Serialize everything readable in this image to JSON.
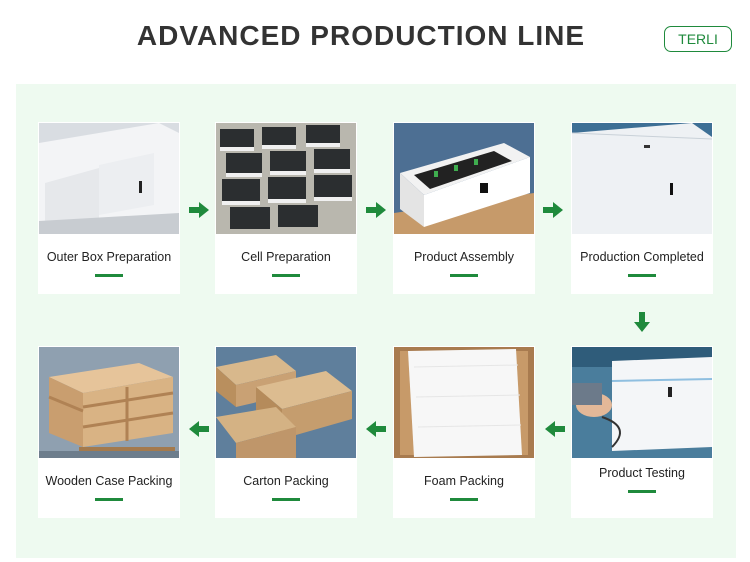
{
  "header": {
    "title": "ADVANCED PRODUCTION LINE",
    "brand": "TERLI"
  },
  "steps": {
    "s1": {
      "label": "Outer Box Preparation"
    },
    "s2": {
      "label": "Cell  Preparation"
    },
    "s3": {
      "label": "Product  Assembly"
    },
    "s4": {
      "label": "Production Completed"
    },
    "s5": {
      "label": "Product Testing"
    },
    "s6": {
      "label": "Foam Packing"
    },
    "s7": {
      "label": "Carton Packing"
    },
    "s8": {
      "label": "Wooden Case Packing"
    }
  },
  "colors": {
    "accent": "#1f8a3c",
    "panel": "#eefaf0",
    "title": "#333333"
  },
  "icons": {
    "flow": "arrow-icon"
  }
}
